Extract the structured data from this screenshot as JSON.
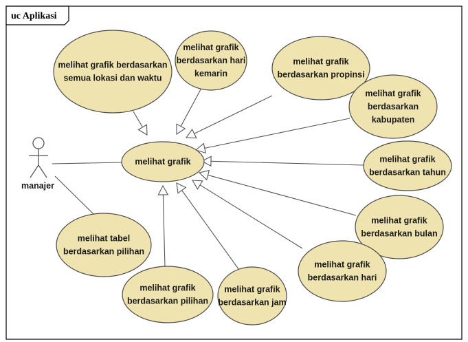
{
  "diagram": {
    "title": "uc Aplikasi",
    "actor": {
      "name": "manajer"
    },
    "central_use_case": {
      "lines": [
        "melihat grafik"
      ]
    },
    "specializations": [
      {
        "id": "semua",
        "lines": [
          "melihat grafik berdasarkan",
          "semua lokasi dan waktu"
        ]
      },
      {
        "id": "hari-kemarin",
        "lines": [
          "melihat grafik",
          "berdasarkan hari",
          "kemarin"
        ]
      },
      {
        "id": "propinsi",
        "lines": [
          "melihat grafik",
          "berdasarkan propinsi"
        ]
      },
      {
        "id": "kabupaten",
        "lines": [
          "melihat grafik",
          "berdasarkan",
          "kabupaten"
        ]
      },
      {
        "id": "tahun",
        "lines": [
          "melihat grafik",
          "berdasarkan tahun"
        ]
      },
      {
        "id": "bulan",
        "lines": [
          "melihat grafik",
          "berdasarkan bulan"
        ]
      },
      {
        "id": "hari",
        "lines": [
          "melihat grafik",
          "berdasarkan hari"
        ]
      },
      {
        "id": "jam",
        "lines": [
          "melihat grafik",
          "berdasarkan jam"
        ]
      },
      {
        "id": "pilihan",
        "lines": [
          "melihat grafik",
          "berdasarkan pilihan"
        ]
      }
    ],
    "other_use_cases": [
      {
        "id": "tabel",
        "lines": [
          "melihat tabel",
          "berdasarkan pilihan"
        ]
      }
    ],
    "relations": {
      "actor_associations": [
        "central",
        "tabel"
      ],
      "generalizations_to_central": [
        "semua",
        "hari-kemarin",
        "propinsi",
        "kabupaten",
        "tahun",
        "bulan",
        "hari",
        "jam",
        "pilihan"
      ]
    }
  }
}
